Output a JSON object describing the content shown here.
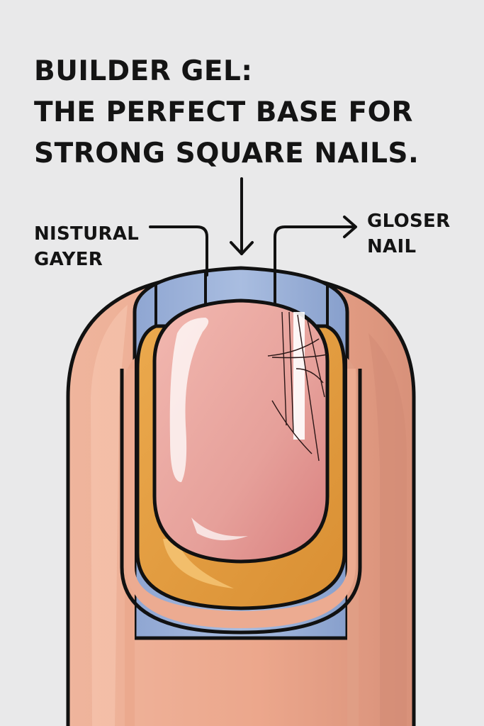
{
  "title": {
    "line1": "BUILDER GEL:",
    "line2": "THE PERFECT BASE FOR",
    "line3": "STRONG SQUARE NAILS."
  },
  "labels": {
    "left_line1": "NISTURAL",
    "left_line2": "GAYER",
    "right_line1": "GLOSER",
    "right_line2": "NAIL"
  },
  "colors": {
    "background": "#e9e9ea",
    "skin": "#eba98e",
    "skin_shadow": "#d58a73",
    "nail_pink": "#e49a94",
    "gel_amber": "#e19a3c",
    "builder_gel_blue": "#9ab0d6",
    "outline": "#111111"
  }
}
